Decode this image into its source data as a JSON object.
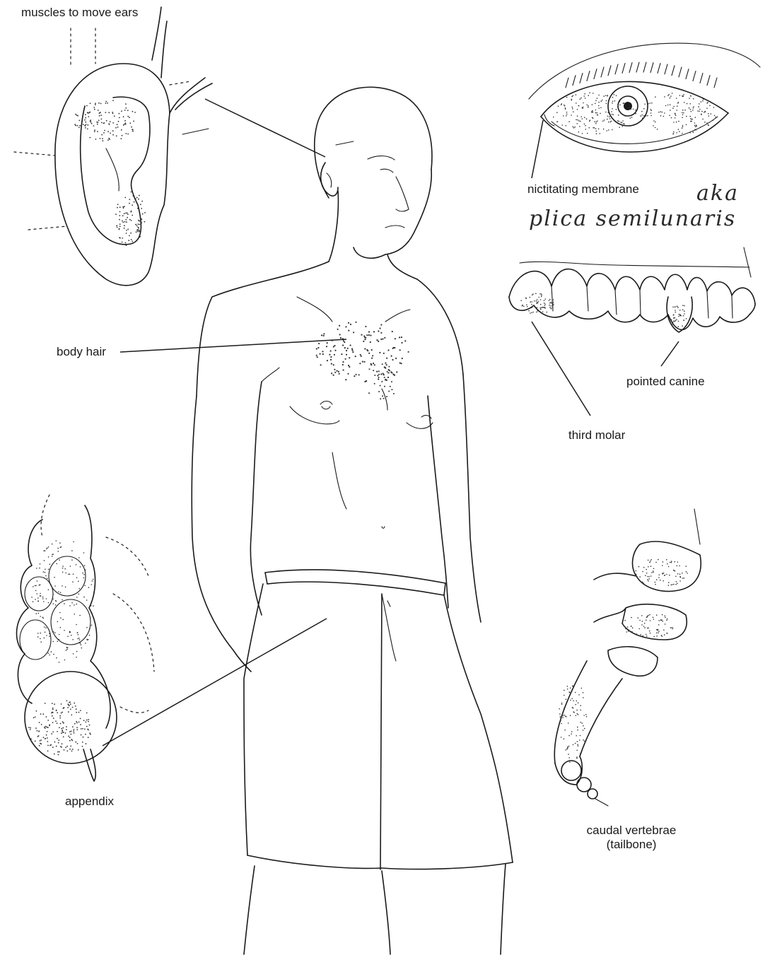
{
  "labels": {
    "ear_muscles": "muscles to move ears",
    "nictitating": "nictitating membrane",
    "handwritten_aka": "aka",
    "handwritten_plica": "plica semilunaris",
    "body_hair": "body hair",
    "pointed_canine": "pointed canine",
    "third_molar": "third molar",
    "appendix": "appendix",
    "caudal_line1": "caudal vertebrae",
    "caudal_line2": "(tailbone)"
  },
  "colors": {
    "ink": "#1b1b1b",
    "background": "#ffffff"
  }
}
